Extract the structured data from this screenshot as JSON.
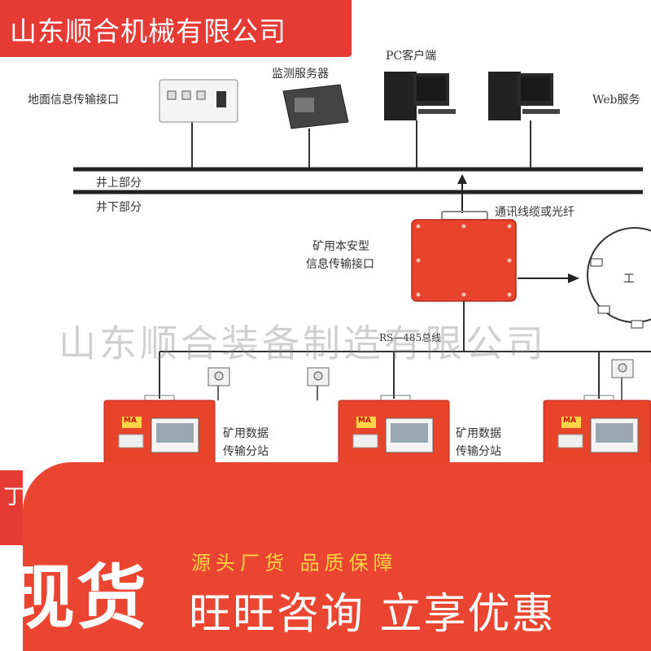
{
  "banner": {
    "title": "山东顺合机械有限公司"
  },
  "watermark": "山东顺合装备制造有限公司",
  "diagram": {
    "top_devices": {
      "ground_interface": "地面信息传输接口",
      "monitor_server": "监测服务器",
      "pc_client": "PC客户端",
      "web_server": "Web服务"
    },
    "bus_above": "井上部分",
    "bus_below": "井下部分",
    "cable_label": "通讯线缆或光纤",
    "mine_interface": [
      "矿用本安型",
      "信息传输接口"
    ],
    "ring_label": "工",
    "rs485_label": "RS—485总线",
    "substations": [
      {
        "line1": "矿用数据",
        "line2": "传输分站",
        "ma": "MA"
      },
      {
        "line1": "矿用数据",
        "line2": "传输分站",
        "ma": "MA"
      },
      {
        "ma": "MA"
      }
    ]
  },
  "promo": {
    "big": "现货",
    "line1": "源头厂货  品质保障",
    "line2": "旺旺咨询  立享优惠",
    "corner": "丁"
  },
  "colors": {
    "banner_red": "#e63b35",
    "box_red": "#e8432b",
    "promo_yellow": "#ffd447"
  }
}
